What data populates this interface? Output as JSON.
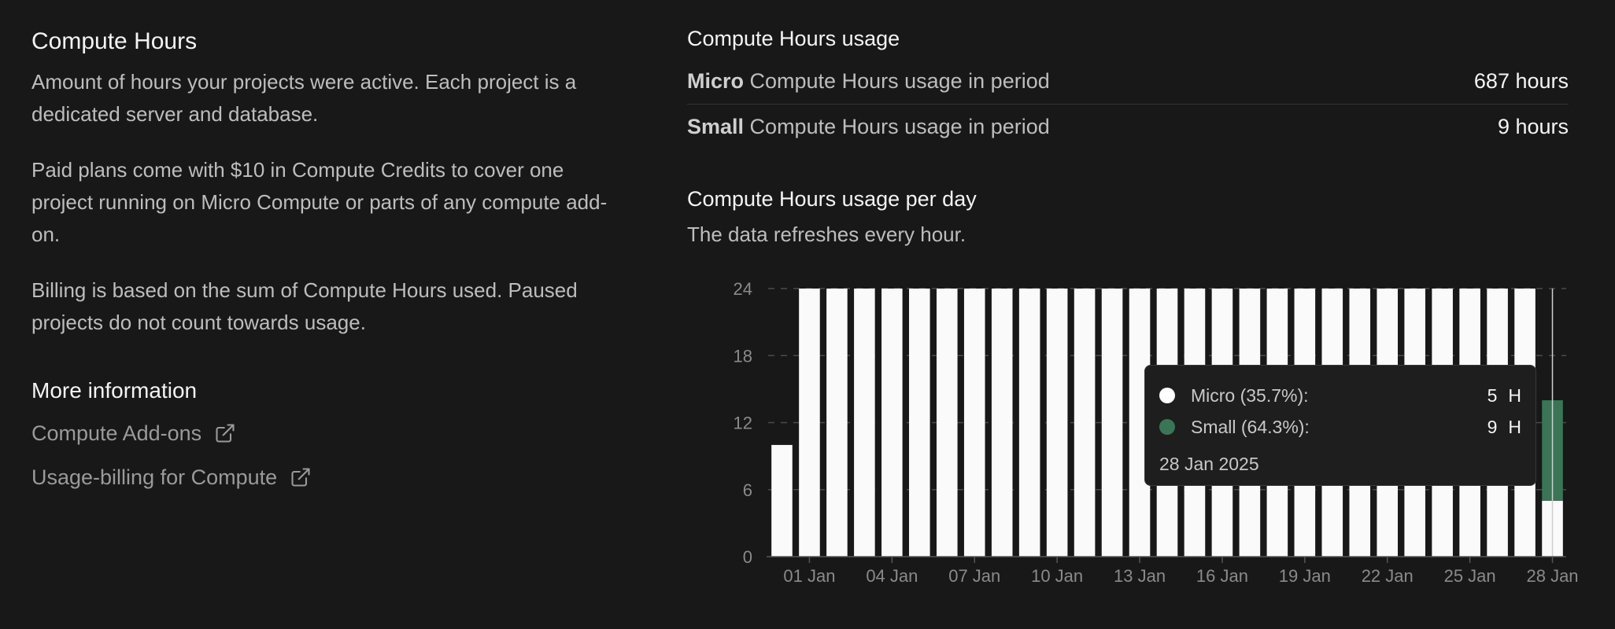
{
  "left": {
    "title": "Compute Hours",
    "paragraphs": [
      "Amount of hours your projects were active. Each project is a dedicated server and database.",
      "Paid plans come with $10 in Compute Credits to cover one project running on Micro Compute or parts of any compute add-on.",
      "Billing is based on the sum of Compute Hours used. Paused projects do not count towards usage."
    ],
    "more_title": "More information",
    "links": [
      {
        "label": "Compute Add-ons",
        "icon": "external-link-icon"
      },
      {
        "label": "Usage-billing for Compute",
        "icon": "external-link-icon"
      }
    ]
  },
  "usage": {
    "title": "Compute Hours usage",
    "rows": [
      {
        "bold": "Micro",
        "label": " Compute Hours usage in period",
        "value": "687 hours"
      },
      {
        "bold": "Small",
        "label": " Compute Hours usage in period",
        "value": "9 hours"
      }
    ]
  },
  "per_day": {
    "title": "Compute Hours usage per day",
    "subtitle": "The data refreshes every hour."
  },
  "tooltip": {
    "rows": [
      {
        "label": "Micro (35.7%):",
        "value": "5",
        "unit": "H",
        "color": "#ffffff"
      },
      {
        "label": "Small (64.3%):",
        "value": "9",
        "unit": "H",
        "color": "#3a7556"
      }
    ],
    "date": "28 Jan 2025"
  },
  "chart_data": {
    "type": "bar",
    "stacked": true,
    "y_ticks": [
      "0",
      "6",
      "12",
      "18",
      "24"
    ],
    "ylim": [
      0,
      24
    ],
    "grid": true,
    "x_tick_labels": [
      "01 Jan",
      "04 Jan",
      "07 Jan",
      "10 Jan",
      "13 Jan",
      "16 Jan",
      "19 Jan",
      "22 Jan",
      "25 Jan",
      "28 Jan"
    ],
    "categories": [
      "31 Dec",
      "01 Jan",
      "02 Jan",
      "03 Jan",
      "04 Jan",
      "05 Jan",
      "06 Jan",
      "07 Jan",
      "08 Jan",
      "09 Jan",
      "10 Jan",
      "11 Jan",
      "12 Jan",
      "13 Jan",
      "14 Jan",
      "15 Jan",
      "16 Jan",
      "17 Jan",
      "18 Jan",
      "19 Jan",
      "20 Jan",
      "21 Jan",
      "22 Jan",
      "23 Jan",
      "24 Jan",
      "25 Jan",
      "26 Jan",
      "27 Jan",
      "28 Jan"
    ],
    "series": [
      {
        "name": "Micro",
        "color": "#fafafa",
        "values": [
          10,
          24,
          24,
          24,
          24,
          24,
          24,
          24,
          24,
          24,
          24,
          24,
          24,
          24,
          24,
          24,
          24,
          24,
          24,
          24,
          24,
          24,
          24,
          24,
          24,
          24,
          24,
          24,
          5
        ]
      },
      {
        "name": "Small",
        "color": "#3a7556",
        "values": [
          0,
          0,
          0,
          0,
          0,
          0,
          0,
          0,
          0,
          0,
          0,
          0,
          0,
          0,
          0,
          0,
          0,
          0,
          0,
          0,
          0,
          0,
          0,
          0,
          0,
          0,
          0,
          0,
          9
        ]
      }
    ],
    "highlighted": "28 Jan"
  }
}
